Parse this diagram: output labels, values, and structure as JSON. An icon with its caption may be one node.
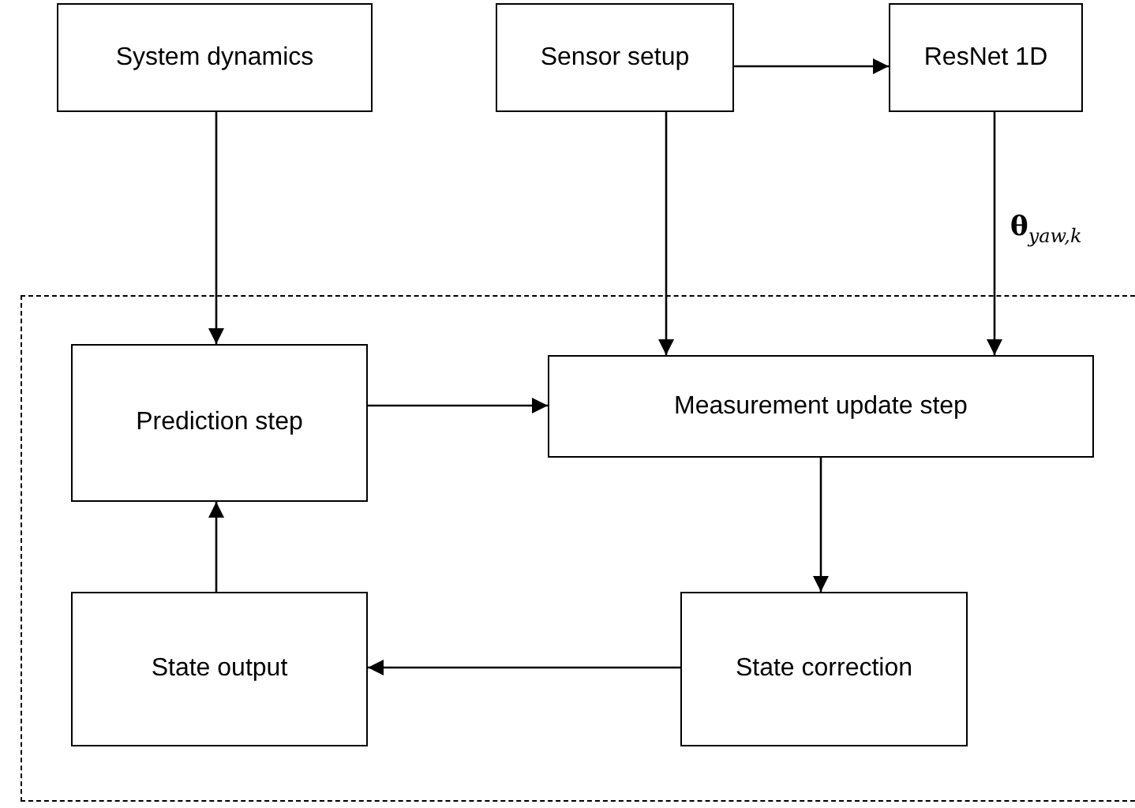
{
  "diagram": {
    "nodes": [
      {
        "text": [
          "System dynamics"
        ]
      },
      {
        "text": [
          "Sensor setup"
        ]
      },
      {
        "text": [
          "ResNet 1D"
        ]
      },
      {
        "text": [],
        "shape": "box"
      },
      {
        "text": [
          "Prediction step"
        ],
        "in": 3
      },
      {
        "text": [
          "Measurement update step"
        ],
        "in": 3
      },
      {
        "text": [
          "State output"
        ],
        "in": 3
      },
      {
        "text": [
          "State correction"
        ],
        "in": 3
      }
    ],
    "edges": [
      {
        "from": 0,
        "to": 4,
        "arrow": "to"
      },
      {
        "from": 1,
        "to": 2,
        "arrow": "to"
      },
      {
        "from": 1,
        "to": 5,
        "arrow": "to"
      },
      {
        "from": 2,
        "to": 5,
        "arrow": "to",
        "label": "**θ**$_{yaw,k}$"
      },
      {
        "from": 4,
        "to": 5,
        "arrow": "to"
      },
      {
        "from": 5,
        "to": 7,
        "arrow": "to"
      },
      {
        "from": 7,
        "to": 6,
        "arrow": "to"
      },
      {
        "from": 6,
        "to": 4,
        "arrow": "to"
      }
    ]
  }
}
